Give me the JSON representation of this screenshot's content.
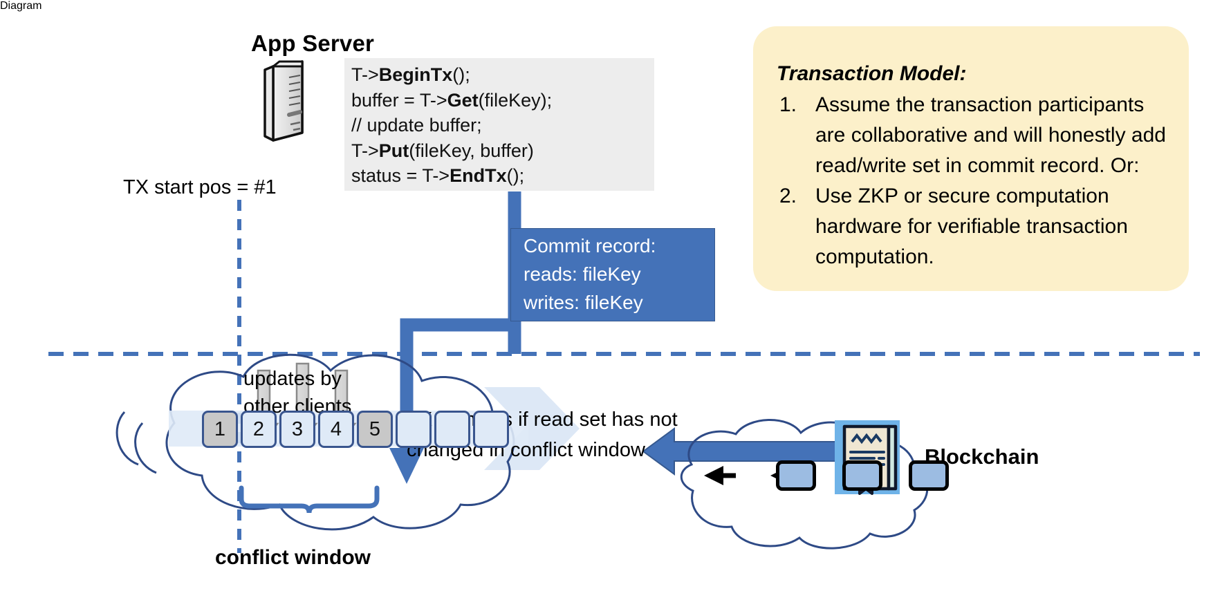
{
  "app_server": {
    "title": "App Server",
    "server_icon": "server-tower-icon",
    "code_lines": [
      [
        {
          "t": "T->",
          "b": false
        },
        {
          "t": "BeginTx",
          "b": true
        },
        {
          "t": "();",
          "b": false
        }
      ],
      [
        {
          "t": "buffer = T->",
          "b": false
        },
        {
          "t": "Get",
          "b": true
        },
        {
          "t": "(fileKey);",
          "b": false
        }
      ],
      [
        {
          "t": "// update buffer;",
          "b": false
        }
      ],
      [
        {
          "t": "T->",
          "b": false
        },
        {
          "t": "Put",
          "b": true
        },
        {
          "t": "(fileKey, buffer)",
          "b": false
        }
      ],
      [
        {
          "t": "status = T->",
          "b": false
        },
        {
          "t": "EndTx",
          "b": true
        },
        {
          "t": "();",
          "b": false
        }
      ]
    ]
  },
  "tx_start": {
    "label": "TX start pos = #1"
  },
  "commit_record": {
    "lines": [
      "Commit record:",
      "reads: fileKey",
      "writes: fileKey"
    ]
  },
  "transaction_model": {
    "heading": "Transaction Model:",
    "items": [
      {
        "num": "1.",
        "text": "Assume the transaction participants are collaborative and will honestly add read/write set in commit record.  Or:"
      },
      {
        "num": "2.",
        "text": "Use ZKP or secure computation hardware for verifiable transaction computation."
      }
    ]
  },
  "ledger": {
    "updates_label_lines": [
      "updates by",
      "other clients"
    ],
    "commits_label": "TX commits if read set has not\nchanged in conflict window",
    "conflict_window_label": "conflict window",
    "cells": [
      {
        "label": "1",
        "highlight": true
      },
      {
        "label": "2",
        "highlight": false
      },
      {
        "label": "3",
        "highlight": false
      },
      {
        "label": "4",
        "highlight": false
      },
      {
        "label": "5",
        "highlight": true
      },
      {
        "label": "",
        "highlight": false
      },
      {
        "label": "",
        "highlight": false
      },
      {
        "label": "",
        "highlight": false
      }
    ]
  },
  "blockchain": {
    "label": "Blockchain",
    "certificate_icon": "certificate-seal-icon",
    "blocks": [
      "",
      "",
      ""
    ]
  },
  "colors": {
    "accent_blue": "#4472b8",
    "ledger_border": "#39558e",
    "ledger_fill": "#dfeaf7",
    "ledger_highlight": "#c8c8c8",
    "note_yellow": "#fcf0ca",
    "code_bg": "#ededed",
    "cloud_stroke": "#2e4a86",
    "seal_red": "#cc2229",
    "cert_bg": "#6fb3e8"
  }
}
